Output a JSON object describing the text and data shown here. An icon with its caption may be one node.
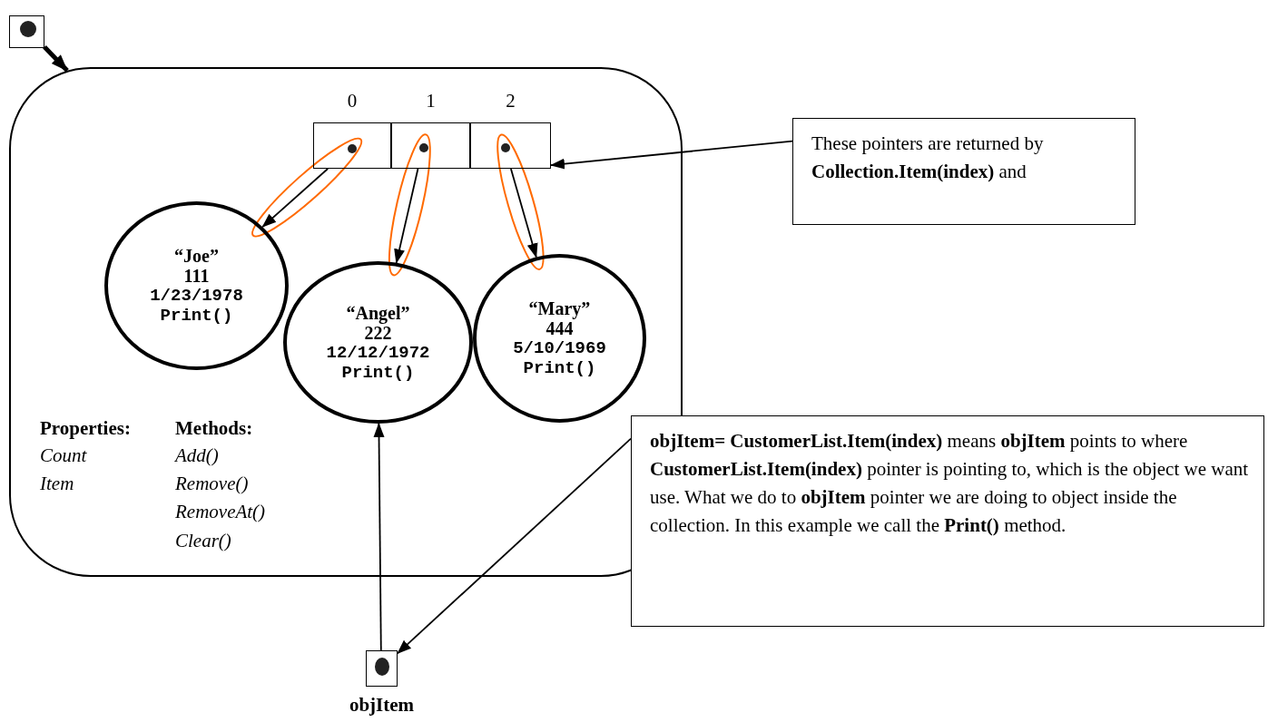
{
  "diagram": {
    "nodes": [
      {
        "text": [],
        "shape": "box"
      },
      {
        "text": [
          "Properties:",
          "Count",
          "Item",
          "Methods:",
          "Add()",
          "Remove()",
          "RemoveAt()",
          "Clear()"
        ]
      },
      {
        "text": [],
        "shape": "box",
        "in": 1,
        "beside": [
          "0"
        ]
      },
      {
        "text": [],
        "shape": "box",
        "in": 1,
        "beside": [
          "1"
        ]
      },
      {
        "text": [],
        "shape": "box",
        "in": 1,
        "beside": [
          "2"
        ]
      },
      {
        "text": [
          "“Joe”",
          "111",
          "1/23/1978",
          "Print()"
        ],
        "in": 1
      },
      {
        "text": [
          "“Angel”",
          "222",
          "12/12/1972",
          "Print()"
        ],
        "in": 1
      },
      {
        "text": [
          "“Mary”",
          "444",
          "5/10/1969",
          "Print()"
        ],
        "in": 1
      },
      {
        "text": [
          "These pointers are returned by **Collection.Item(index)** and"
        ]
      },
      {
        "text": [
          "**objItem= CustomerList.Item(index)** means **objItem** points to where **CustomerList.Item(index)** pointer is pointing to, which is the object we want use. What we do to **objItem** pointer we are doing to object inside the collection.  In this example we call the **Print()** method."
        ]
      },
      {
        "text": [],
        "shape": "box",
        "beside": [
          "objItem"
        ]
      }
    ],
    "edges": [
      {
        "from": 0,
        "to": 1,
        "arrow": "to",
        "style": "thick"
      },
      {
        "from": 2,
        "to": 5,
        "arrow": "to"
      },
      {
        "from": 3,
        "to": 6,
        "arrow": "to"
      },
      {
        "from": 4,
        "to": 7,
        "arrow": "to"
      },
      {
        "from": 8,
        "to": 4,
        "arrow": "to"
      },
      {
        "from": 10,
        "to": 6,
        "arrow": "to"
      },
      {
        "from": 9,
        "to": 10,
        "arrow": "to"
      }
    ]
  }
}
